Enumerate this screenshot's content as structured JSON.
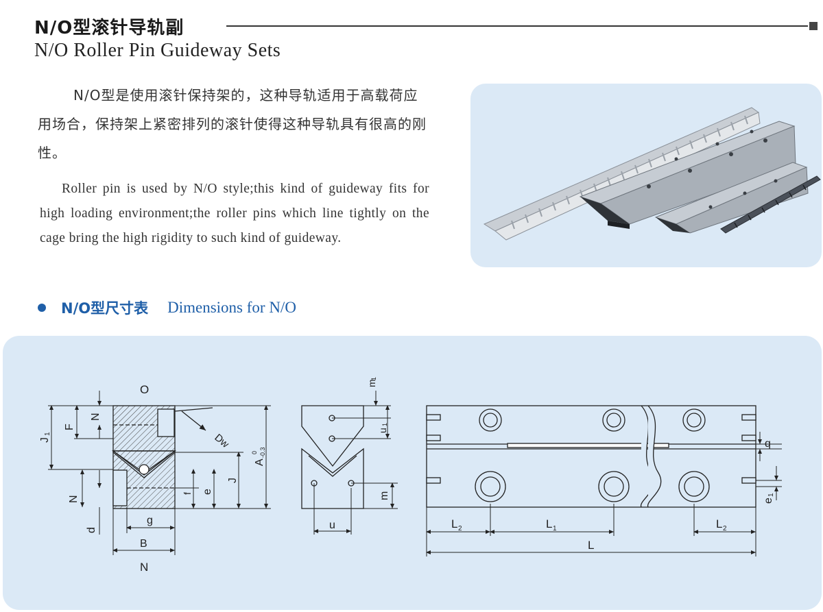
{
  "header": {
    "title_cn": "N/O型滚针导轨副",
    "title_en": "N/O Roller Pin Guideway Sets"
  },
  "intro": {
    "cn": "N/O型是使用滚针保持架的，这种导轨适用于高载荷应用场合，保持架上紧密排列的滚针使得这种导轨具有很高的刚性。",
    "en": "Roller pin is used by N/O style;this kind of guideway fits for high loading environment;the roller pins which line tightly on the cage bring the high rigidity to such kind of guideway."
  },
  "section": {
    "title_cn": "N/O型尺寸表",
    "title_en": "Dimensions for N/O"
  },
  "diagram": {
    "labels": {
      "O": "O",
      "N_bottom": "N",
      "N_top": "N",
      "N_side": "N",
      "F": "F",
      "J1": "J",
      "J1_sub": "1",
      "Dw": "Dw",
      "A": "A",
      "A_tol_upper": "0",
      "A_tol_lower": "-0.3",
      "J": "J",
      "e": "e",
      "f": "f",
      "g": "g",
      "B": "B",
      "d": "d",
      "m1": "m",
      "m1_sub": "1",
      "u1": "u",
      "u1_sub": "1",
      "m": "m",
      "u": "u",
      "q": "q",
      "e1": "e",
      "e1_sub": "1",
      "L2_left": "L",
      "L2_left_sub": "2",
      "L1": "L",
      "L1_sub": "1",
      "L2_right": "L",
      "L2_right_sub": "2",
      "L": "L"
    }
  },
  "colors": {
    "accent": "#1f5fa8",
    "panel_bg": "#dbe9f6"
  }
}
